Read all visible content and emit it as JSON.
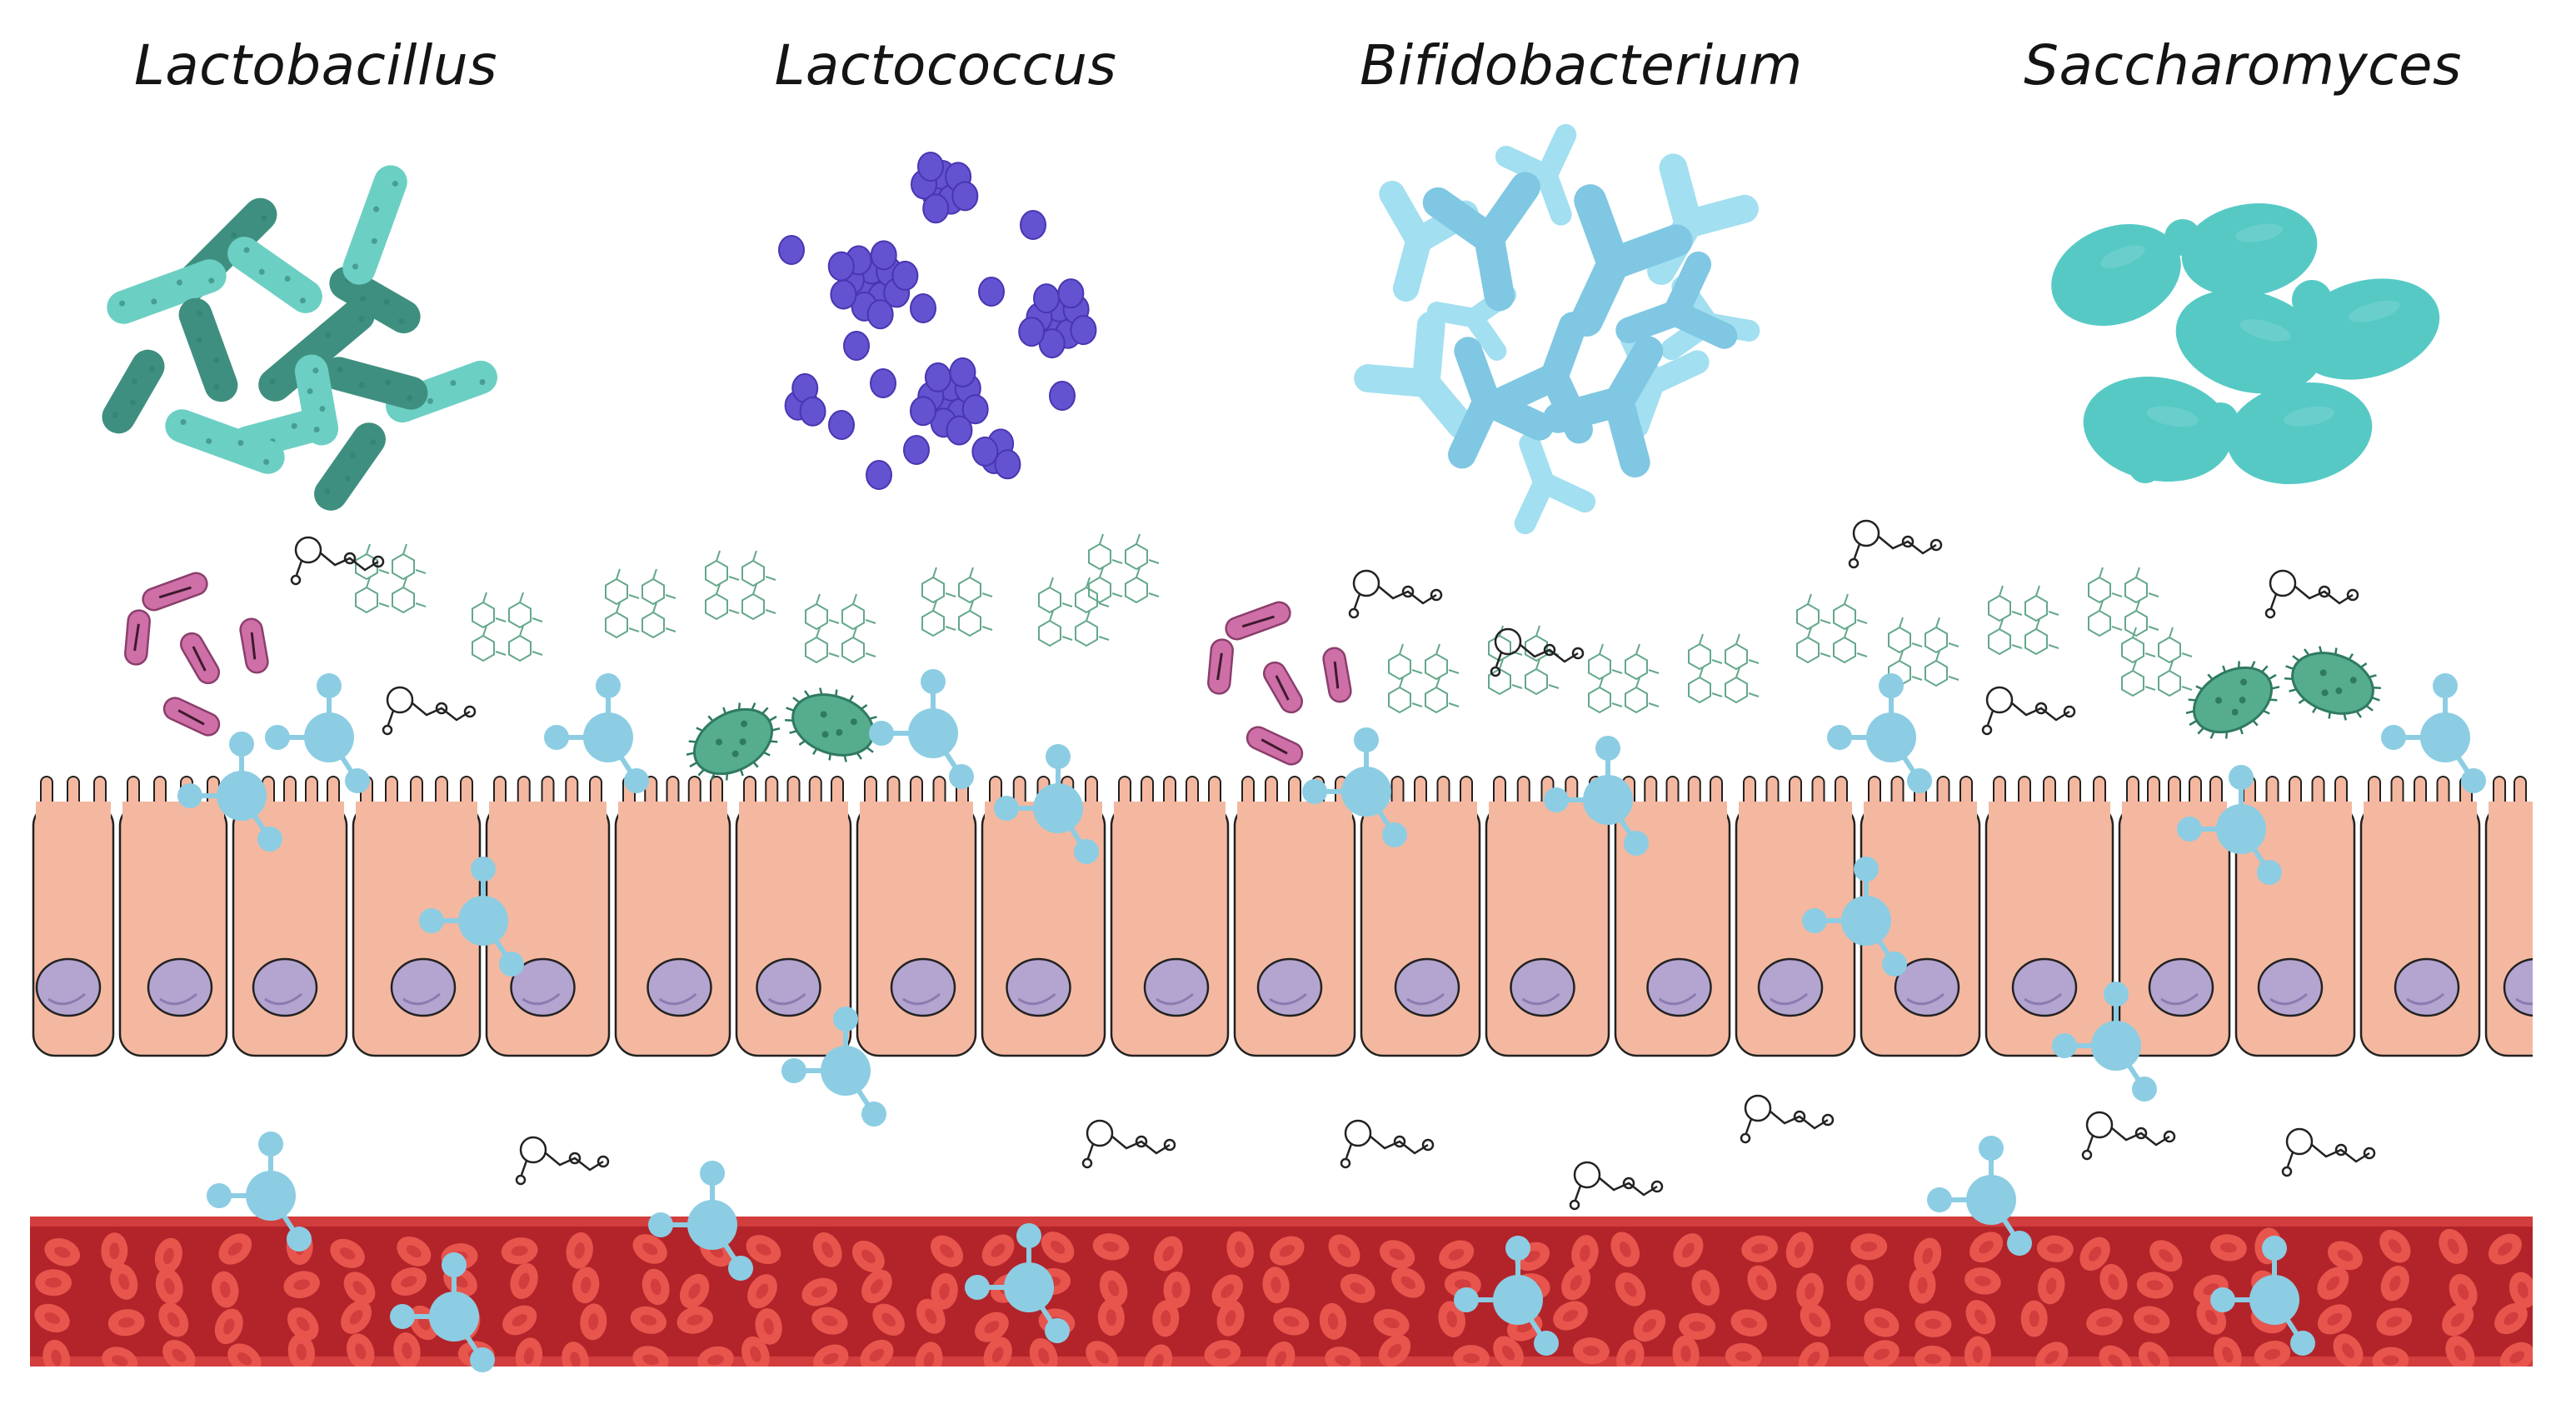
{
  "labels": [
    "Lactobacillus",
    "Lactococcus",
    "Bifidobacterium",
    "Saccharomyces"
  ],
  "colors": {
    "lactobacillus_light": "#6ccfc3",
    "lactobacillus_dark": "#3f8f80",
    "lactococcus": "#6353d0",
    "bifido_light": "#a2dff0",
    "bifido_dark": "#7fc7e2",
    "saccharomyces": "#56c9c5",
    "pathogen_pink": "#cf6fa8",
    "pathogen_green": "#56ad8e",
    "cell_fill": "#f4b8a0",
    "nucleus": "#b3a4d0",
    "blood_vessel": "#b2242a",
    "red_blood_cell": "#e8554d",
    "metabolite_blue": "#8ccde3",
    "oligosaccharide": "#64a88a"
  }
}
